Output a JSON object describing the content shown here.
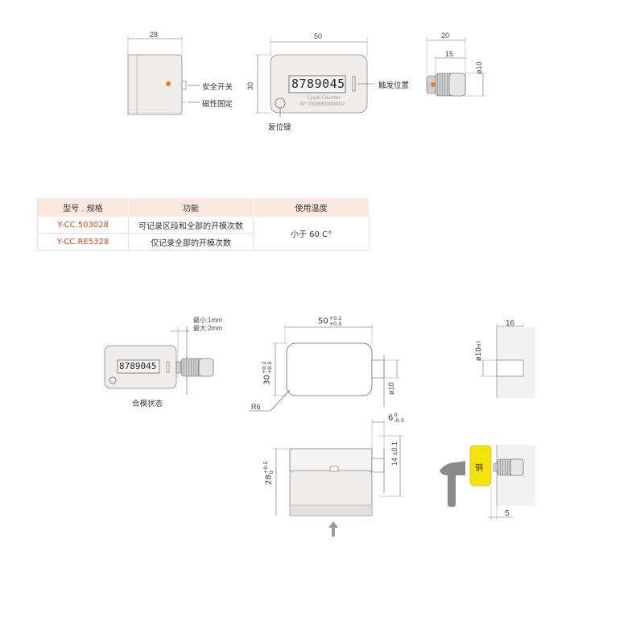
{
  "top_view": {
    "dim_width_side": "28",
    "dim_width_front": "50",
    "dim_height_front": "30",
    "dim_pin_length": "20",
    "dim_pin_body": "15",
    "dim_pin_diameter": "ø10",
    "label_safety_switch": "安全开关",
    "label_magnetic_fix": "磁性固定",
    "label_trigger_position": "触发位置",
    "label_reset_key": "复位键",
    "lcd_value": "8789045",
    "brand_text": "Cycle Counter",
    "serial_text": "N° 050890000002"
  },
  "spec_table": {
    "headers": [
      "型号 . 规格",
      "功能",
      "使用温度"
    ],
    "rows": [
      {
        "model": "Y-CC.503028",
        "function": "可记录区段和全部的开模次数"
      },
      {
        "model": "Y-CC.RE5328",
        "function": "仅记录全部的开模次数"
      }
    ],
    "temperature": "小于 60 C°"
  },
  "bottom_left": {
    "min_label": "最小:1mm",
    "max_label": "最大:2mm",
    "caption": "合模状态",
    "lcd_value": "8789045"
  },
  "pocket_view": {
    "dim_width_main": "50",
    "dim_width_tol_upper": "+0.2",
    "dim_width_tol_lower": "+0.5",
    "dim_height_main": "30",
    "dim_height_tol_upper": "+0.2",
    "dim_height_tol_lower": "+0.5",
    "dim_hole_diameter": "ø10",
    "radius_label": "R6",
    "depth_main": "6",
    "depth_tol_upper": "0",
    "depth_tol_lower": "-0.5",
    "dim_depth28_main": "28",
    "dim_depth28_tol_upper": "+0.5",
    "dim_depth28_tol_lower": "0",
    "dim_depth14": "14 ±0.1"
  },
  "hole_view": {
    "dim_depth": "16",
    "dim_diameter": "ø10",
    "dim_diameter_tol": "H7"
  },
  "install_view": {
    "copper_label": "铜",
    "dim_offset": "5"
  },
  "colors": {
    "accent_orange": "#ef7d1a",
    "table_header_bg": "#fbe9df",
    "table_model_red": "#e0421d",
    "device_fill": "#efecea",
    "copper_yellow": "#f5e10c",
    "hammer_gray": "#8a8a8a"
  }
}
